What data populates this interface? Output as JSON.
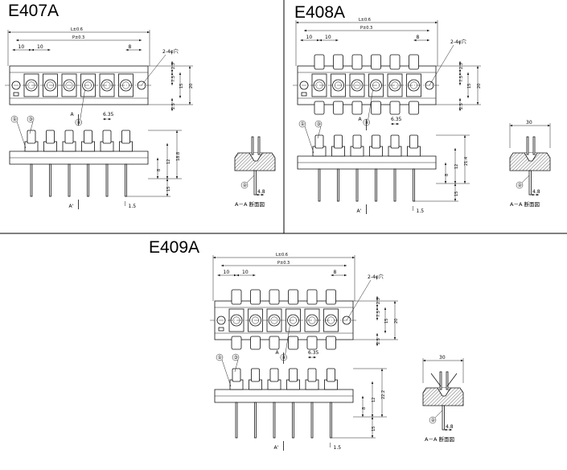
{
  "panels": [
    {
      "title": "E407A",
      "dims": {
        "L": "L±0.6",
        "P": "P±0.3",
        "pitch1": "10",
        "pitch2": "10",
        "pitch_end": "8",
        "hole": "2-4φ穴",
        "v_top": "2.5",
        "v_a": "7.5",
        "v_b": "15",
        "v_total": "20",
        "v_bot": "2.5",
        "tab": "6.35",
        "h_body": "8",
        "h_mid": "12",
        "h_total": "18.8",
        "h_pin": "15",
        "pin_w": "1.5",
        "sec_w": "4.8",
        "section_mark": "A",
        "section_mark_low": "A'"
      },
      "callouts": [
        "①",
        "③",
        "④",
        "②"
      ],
      "section_caption": "A－A 断面図"
    },
    {
      "title": "E408A",
      "dims": {
        "L": "L±0.6",
        "P": "P±0.3",
        "pitch1": "10",
        "pitch2": "10",
        "pitch_end": "8",
        "hole": "2-4φ穴",
        "v_top": "2.5",
        "v_a": "7.5",
        "v_b": "15",
        "v_total": "20",
        "v_bot": "2.5",
        "tab": "6.35",
        "h_body": "8",
        "h_mid": "12",
        "h_total": "21.4",
        "h_pin": "15",
        "pin_w": "1.5",
        "sec_w": "4.8",
        "sec_top": "30",
        "section_mark": "A",
        "section_mark_low": "A'"
      },
      "callouts": [
        "①",
        "③",
        "④",
        "②"
      ],
      "section_caption": "A－A 断面図"
    },
    {
      "title": "E409A",
      "dims": {
        "L": "L±0.6",
        "P": "P±0.3",
        "pitch1": "10",
        "pitch2": "10",
        "pitch_end": "8",
        "hole": "2-4φ穴",
        "v_top": "2.5",
        "v_a": "7.5",
        "v_b": "15",
        "v_total": "20",
        "v_bot": "2.5",
        "tab": "6.35",
        "h_body": "8",
        "h_mid": "12",
        "h_total": "22.2",
        "h_pin": "15",
        "pin_w": "1.5",
        "sec_w": "4.8",
        "sec_top": "30",
        "section_mark": "A",
        "section_mark_low": "A'"
      },
      "callouts": [
        "①",
        "③",
        "④",
        "②"
      ],
      "section_caption": "A－A 断面図"
    }
  ],
  "colors": {
    "line": "#111111",
    "background": "#ffffff"
  }
}
